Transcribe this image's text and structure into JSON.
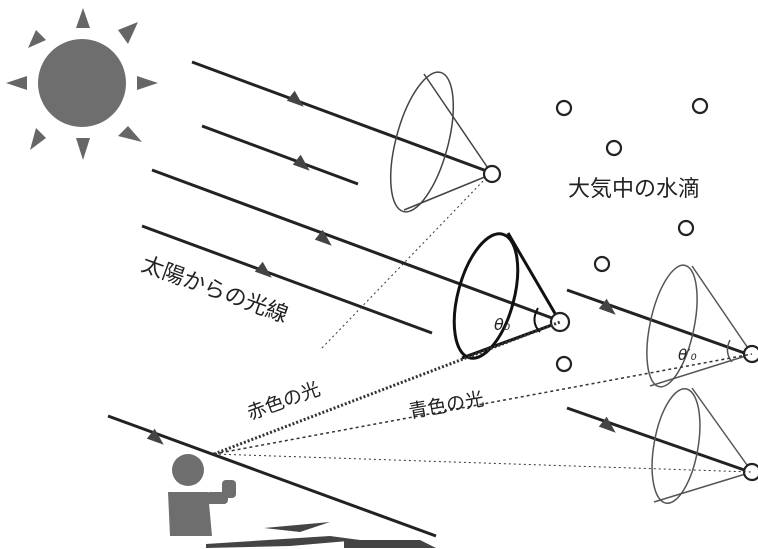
{
  "labels": {
    "droplets": "大気中の水滴",
    "sunlight": "太陽からの光線",
    "red_light": "赤色の光",
    "blue_light": "青色の光",
    "theta_main": "θ₀",
    "theta_prime": "θ′₀"
  }
}
